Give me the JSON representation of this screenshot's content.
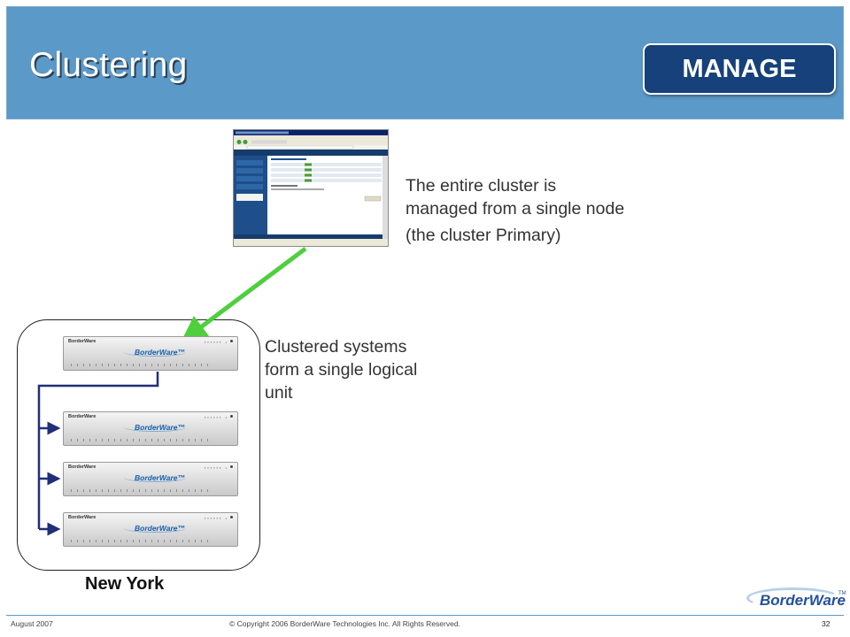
{
  "header": {
    "title": "Clustering",
    "badge": "MANAGE"
  },
  "content": {
    "primary_note": {
      "line1": "The entire cluster is",
      "line2": "managed from a single node",
      "line3": "(the cluster Primary)"
    },
    "cluster_note": {
      "line1": "Clustered systems",
      "line2": "form a single logical",
      "line3": "unit"
    }
  },
  "appliance": {
    "brand_small": "BorderWare",
    "brand_logo": "BorderWare™",
    "leds": "▪▪▪▪▪▪ •"
  },
  "cluster": {
    "location": "New York",
    "node_count": 4
  },
  "footer": {
    "date": "August 2007",
    "copyright": "© Copyright 2006 BorderWare Technologies Inc. All Rights Reserved.",
    "page": "32"
  },
  "logo": {
    "word": "BorderWare",
    "tm": "TM"
  },
  "colors": {
    "header_bg": "#5b99c8",
    "badge_bg": "#16417a",
    "arrow": "#4fcf3e",
    "bracket": "#1f2f7a"
  }
}
